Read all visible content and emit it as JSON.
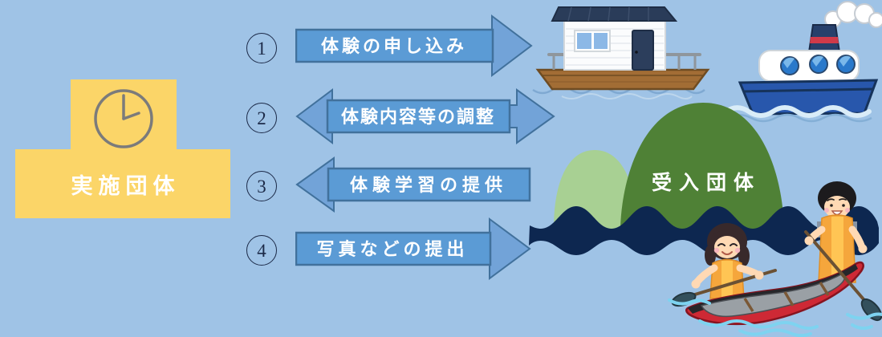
{
  "left_org": {
    "label": "実施団体",
    "icon": "clock-icon"
  },
  "right_org": {
    "label": "受入団体"
  },
  "steps": [
    {
      "number": "1",
      "label": "体験の申し込み",
      "direction": "right"
    },
    {
      "number": "2",
      "label": "体験内容等の調整",
      "direction": "both"
    },
    {
      "number": "3",
      "label": "体験学習の提供",
      "direction": "left"
    },
    {
      "number": "4",
      "label": "写真などの提出",
      "direction": "right"
    }
  ],
  "illustrations": {
    "top_left": "houseboat",
    "top_right": "steamship",
    "middle": "island-with-two-hills",
    "bottom_right": "two-people-paddling-canoe"
  },
  "colors": {
    "background": "#9fc3e6",
    "org_yellow": "#fbd568",
    "arrow_fill": "#5b9bd5",
    "arrow_head_fill": "#72a3d8",
    "arrow_border": "#41719c",
    "badge_ink": "#1c2a48",
    "navy_wave": "#0d2750",
    "hill_dark": "#4f8136",
    "hill_light": "#a8d093",
    "canoe_red": "#ce2935",
    "vest_orange": "#f5a63c",
    "ship_blue": "#2857ac",
    "label_text": "#ffffff"
  }
}
